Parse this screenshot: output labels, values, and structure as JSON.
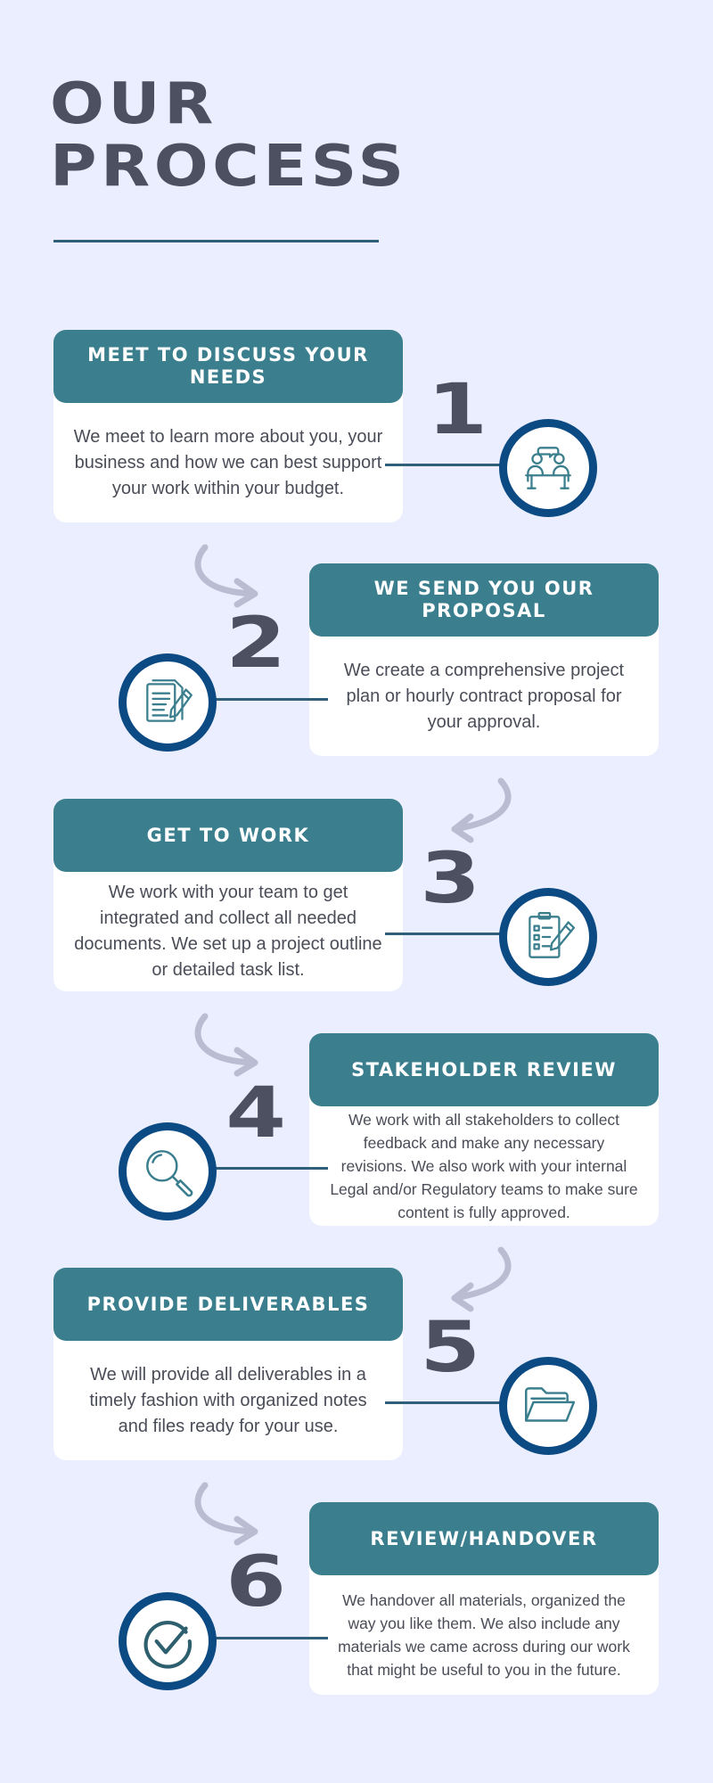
{
  "title": {
    "line1": "OUR",
    "line2": "PROCESS"
  },
  "steps": [
    {
      "number": "1",
      "heading": "MEET TO DISCUSS YOUR NEEDS",
      "body": "We meet to learn more about you, your business and how we can best support your work within your budget.",
      "icon": "meeting-icon"
    },
    {
      "number": "2",
      "heading": "WE SEND YOU OUR PROPOSAL",
      "body": "We create a comprehensive project plan or hourly contract proposal for your approval.",
      "icon": "document-pen-icon"
    },
    {
      "number": "3",
      "heading": "GET TO WORK",
      "body": "We work with your team to get integrated and collect all needed documents. We set up a project outline or detailed task list.",
      "icon": "checklist-pen-icon"
    },
    {
      "number": "4",
      "heading": "STAKEHOLDER REVIEW",
      "body": "We work with all stakeholders to collect feedback and make any necessary revisions. We also work with your internal Legal and/or Regulatory teams to make sure content is fully approved.",
      "icon": "magnifier-icon"
    },
    {
      "number": "5",
      "heading": "PROVIDE DELIVERABLES",
      "body": "We will provide all deliverables in a timely fashion with organized notes and files ready for your use.",
      "icon": "folder-icon"
    },
    {
      "number": "6",
      "heading": "REVIEW/HANDOVER",
      "body": "We handover all materials, organized the way you like them. We also include any materials we came across during our work that might be useful to you in the future.",
      "icon": "check-badge-icon"
    }
  ],
  "colors": {
    "background": "#eaeefe",
    "header": "#3b7f8e",
    "text_dark": "#4d5060",
    "circle_border": "#0c4a84",
    "arrow": "#babdd2"
  }
}
